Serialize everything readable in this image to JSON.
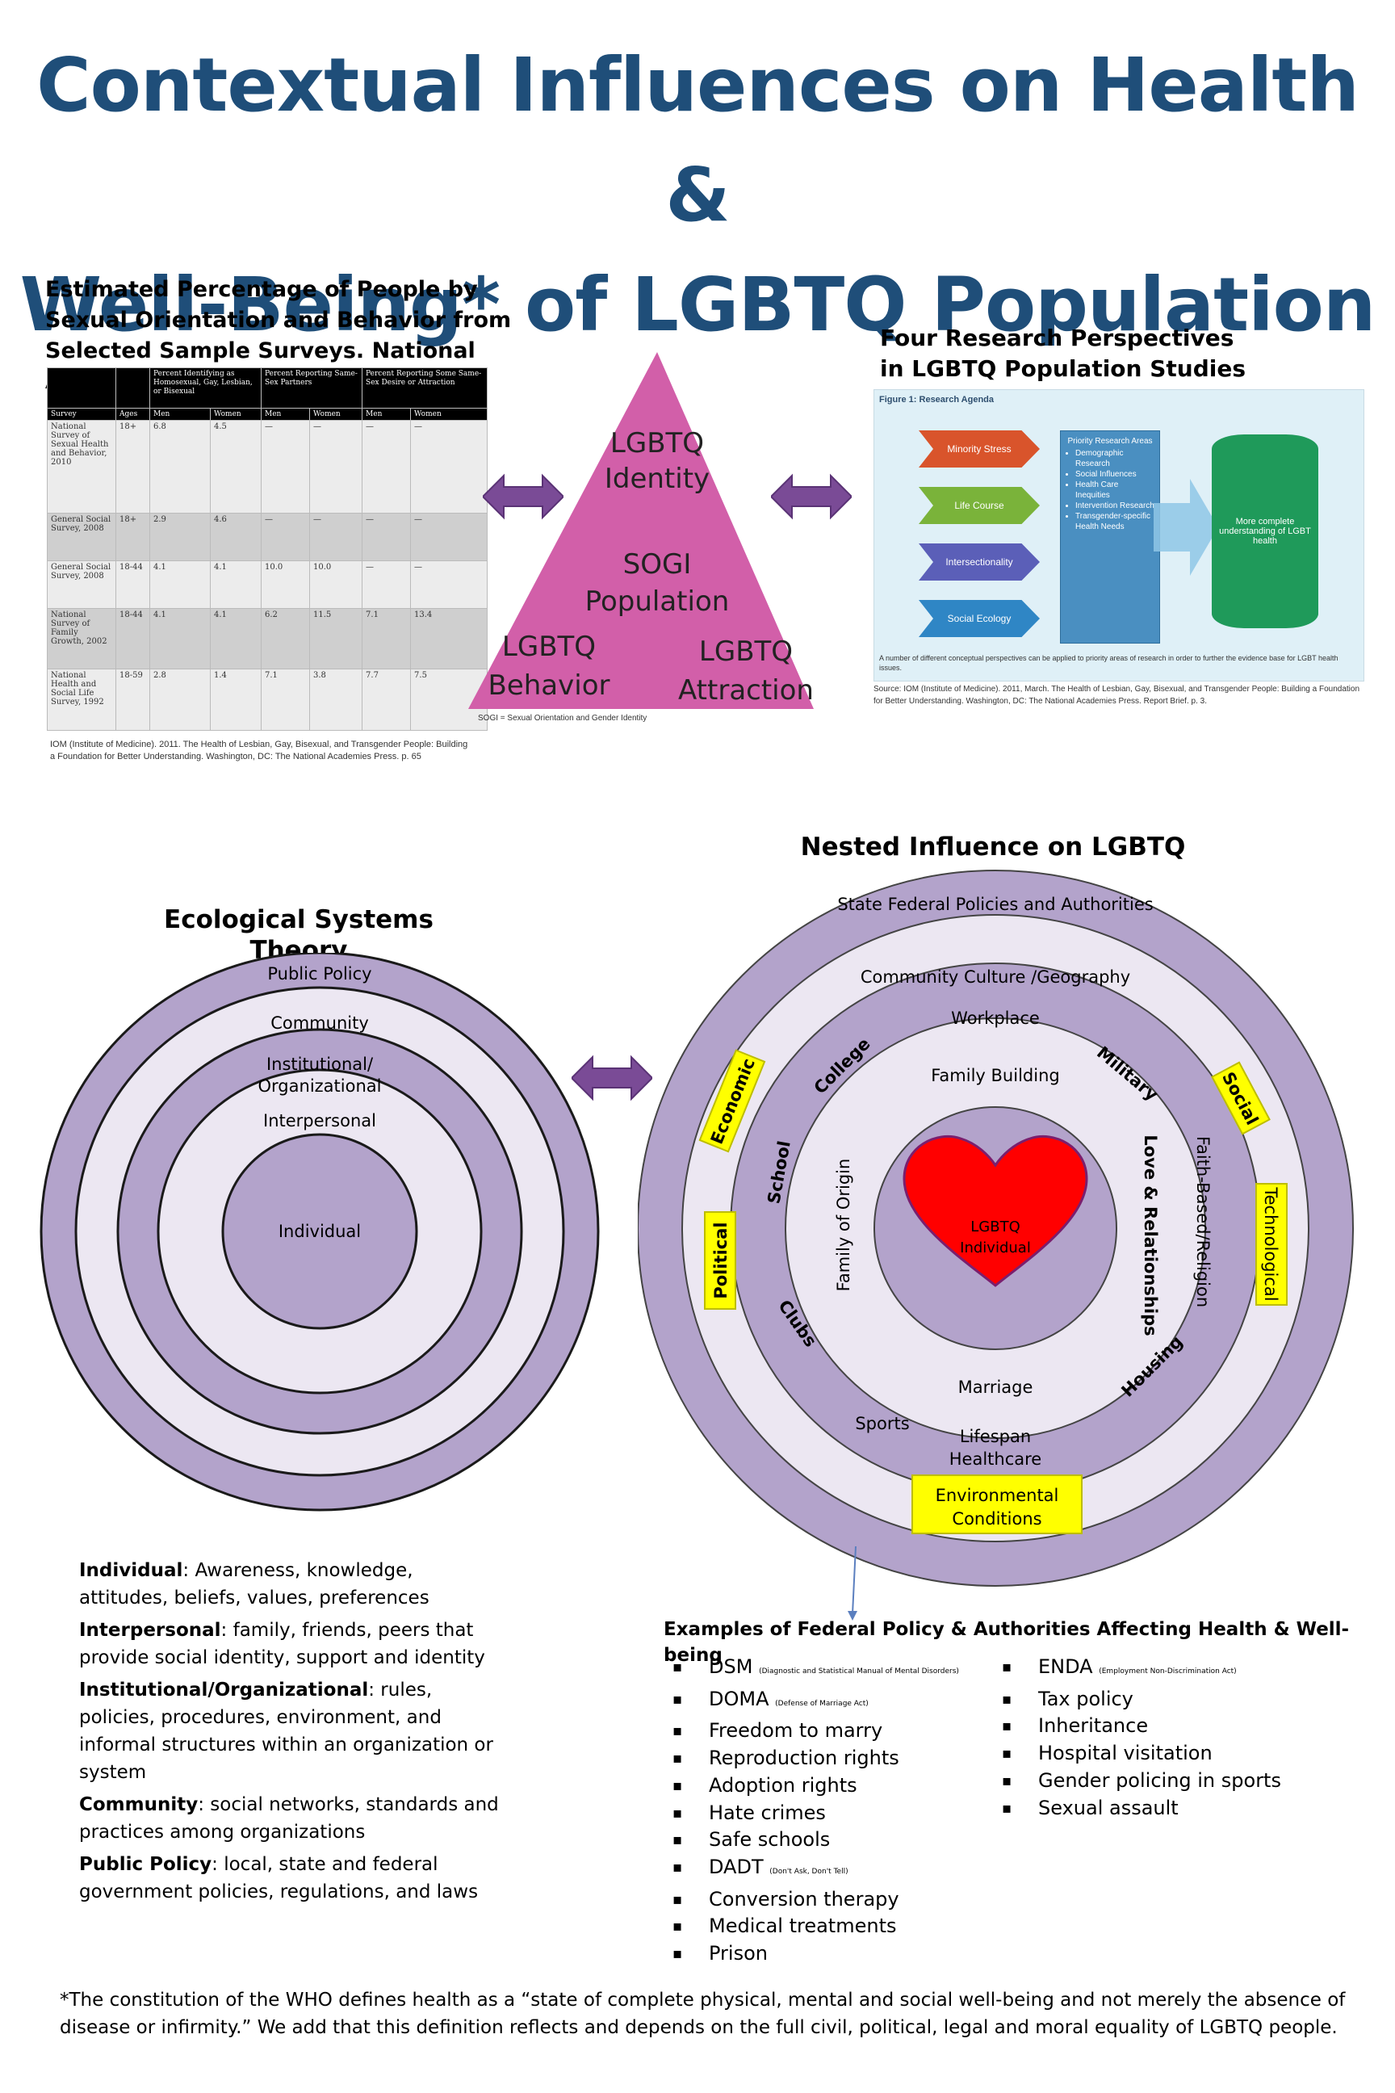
{
  "title_line1": "Contextual Influences on Health &",
  "title_line2": "Well-Being* of LGBTQ Population",
  "table_section": {
    "heading": "Estimated Percentage of People by Sexual Orientation and Behavior from Selected Sample Surveys. National Academies Press.",
    "group_headers": [
      "Percent Identifying as Homosexual, Gay, Lesbian, or Bisexual",
      "Percent Reporting Same-Sex Partners",
      "Percent Reporting Some Same-Sex Desire or Attraction"
    ],
    "columns": [
      "Survey",
      "Ages",
      "Men",
      "Women",
      "Men",
      "Women",
      "Men",
      "Women"
    ],
    "rows": [
      [
        "National Survey of Sexual Health and Behavior, 2010",
        "18+",
        "6.8",
        "4.5",
        "—",
        "—",
        "—",
        "—"
      ],
      [
        "General Social Survey, 2008",
        "18+",
        "2.9",
        "4.6",
        "—",
        "—",
        "—",
        "—"
      ],
      [
        "General Social Survey, 2008",
        "18-44",
        "4.1",
        "4.1",
        "10.0",
        "10.0",
        "—",
        "—"
      ],
      [
        "National Survey of Family Growth, 2002",
        "18-44",
        "4.1",
        "4.1",
        "6.2",
        "11.5",
        "7.1",
        "13.4"
      ],
      [
        "National Health and Social Life Survey, 1992",
        "18-59",
        "2.8",
        "1.4",
        "7.1",
        "3.8",
        "7.7",
        "7.5"
      ]
    ],
    "citation": "IOM (Institute of Medicine). 2011. The Health of Lesbian, Gay, Bisexual, and Transgender People: Building a Foundation for Better Understanding. Washington, DC: The National Academies Press.  p. 65"
  },
  "triangle": {
    "top": "LGBTQ Identity",
    "center": "SOGI Population",
    "bottom_left": "LGBTQ Behavior",
    "bottom_right": "LGBTQ Attraction",
    "footnote": "SOGI = Sexual Orientation and Gender Identity"
  },
  "research": {
    "heading_line1": "Four Research Perspectives",
    "heading_line2": "in LGBTQ Population Studies",
    "figure_title": "Figure 1: Research Agenda",
    "perspectives": [
      "Minority Stress",
      "Life Course",
      "Intersectionality",
      "Social Ecology"
    ],
    "priority_title": "Priority Research Areas",
    "priority_items": [
      "Demographic Research",
      "Social Influences",
      "Health Care Inequities",
      "Intervention Research",
      "Transgender-specific Health Needs"
    ],
    "outcome": "More complete understanding of LGBT health",
    "caption": "A number of different conceptual perspectives can be applied to priority areas of research in order to further the evidence base for LGBT health issues.",
    "source": "Source: IOM (Institute of Medicine). 2011, March. The Health of Lesbian, Gay, Bisexual, and Transgender People: Building a Foundation for Better Understanding. Washington, DC: The National Academies Press. Report Brief. p. 3."
  },
  "ecological": {
    "heading": "Ecological Systems Theory",
    "rings": [
      "Public Policy",
      "Community",
      "Institutional/",
      "Organizational",
      "Interpersonal",
      "Individual"
    ]
  },
  "nested": {
    "heading": "Nested Influence on LGBTQ",
    "outer": "State Federal Policies and Authorities",
    "community": "Community Culture /Geography",
    "workplace": "Workplace",
    "college": "College",
    "military": "Military",
    "school": "School",
    "clubs": "Clubs",
    "housing": "Housing",
    "sports": "Sports",
    "lifespan": "Lifespan",
    "healthcare": "Healthcare",
    "faith": "Faith-Based/Religion",
    "family_building": "Family Building",
    "family_origin": "Family of Origin",
    "love": "Love & Relationships",
    "marriage": "Marriage",
    "center_1": "LGBTQ",
    "center_2": "Individual",
    "economic": "Economic",
    "social": "Social",
    "political": "Political",
    "technological": "Technological",
    "environmental_1": "Environmental",
    "environmental_2": "Conditions"
  },
  "definitions": [
    {
      "term": "Individual",
      "text": ": Awareness, knowledge, attitudes, beliefs, values, preferences"
    },
    {
      "term": "Interpersonal",
      "text": ": family, friends, peers that provide social identity, support and identity"
    },
    {
      "term": "Institutional/Organizational",
      "text": ": rules, policies, procedures, environment, and informal structures within an organization or system"
    },
    {
      "term": "Community",
      "text": ": social networks, standards and practices among organizations"
    },
    {
      "term": "Public Policy",
      "text": ": local, state and federal government policies, regulations, and laws"
    }
  ],
  "examples": {
    "heading": "Examples of Federal Policy & Authorities Affecting Health & Well-being",
    "left": [
      {
        "label": "DSM",
        "note": "(Diagnostic and Statistical Manual of Mental Disorders)"
      },
      {
        "label": "DOMA",
        "note": "(Defense of Marriage Act)"
      },
      {
        "label": "Freedom to marry",
        "note": ""
      },
      {
        "label": "Reproduction rights",
        "note": ""
      },
      {
        "label": "Adoption rights",
        "note": ""
      },
      {
        "label": "Hate crimes",
        "note": ""
      },
      {
        "label": "Safe schools",
        "note": ""
      },
      {
        "label": "DADT",
        "note": "(Don't Ask, Don't Tell)"
      },
      {
        "label": "Conversion therapy",
        "note": ""
      },
      {
        "label": "Medical treatments",
        "note": ""
      },
      {
        "label": "Prison",
        "note": ""
      }
    ],
    "right": [
      {
        "label": "ENDA",
        "note": "(Employment Non-Discrimination Act)"
      },
      {
        "label": "Tax policy",
        "note": ""
      },
      {
        "label": "Inheritance",
        "note": ""
      },
      {
        "label": "Hospital visitation",
        "note": ""
      },
      {
        "label": "Gender policing in sports",
        "note": ""
      },
      {
        "label": "Sexual assault",
        "note": ""
      }
    ]
  },
  "footnote": "*The constitution of the WHO defines health as a “state of complete physical, mental and social well-being and not merely the absence of disease or infirmity.” We add that this definition reflects and depends on the full civil, political, legal and moral equality of LGBTQ people.",
  "colors": {
    "title": "#1f4e79",
    "triangle": "#d25fa9",
    "arrow": "#7a4b96",
    "ring_dark": "#b3a3cb",
    "ring_light": "#ece7f2",
    "ring_outline": "#1a1a1a",
    "heart": "#ff0000",
    "highlight": "#ffff00"
  }
}
